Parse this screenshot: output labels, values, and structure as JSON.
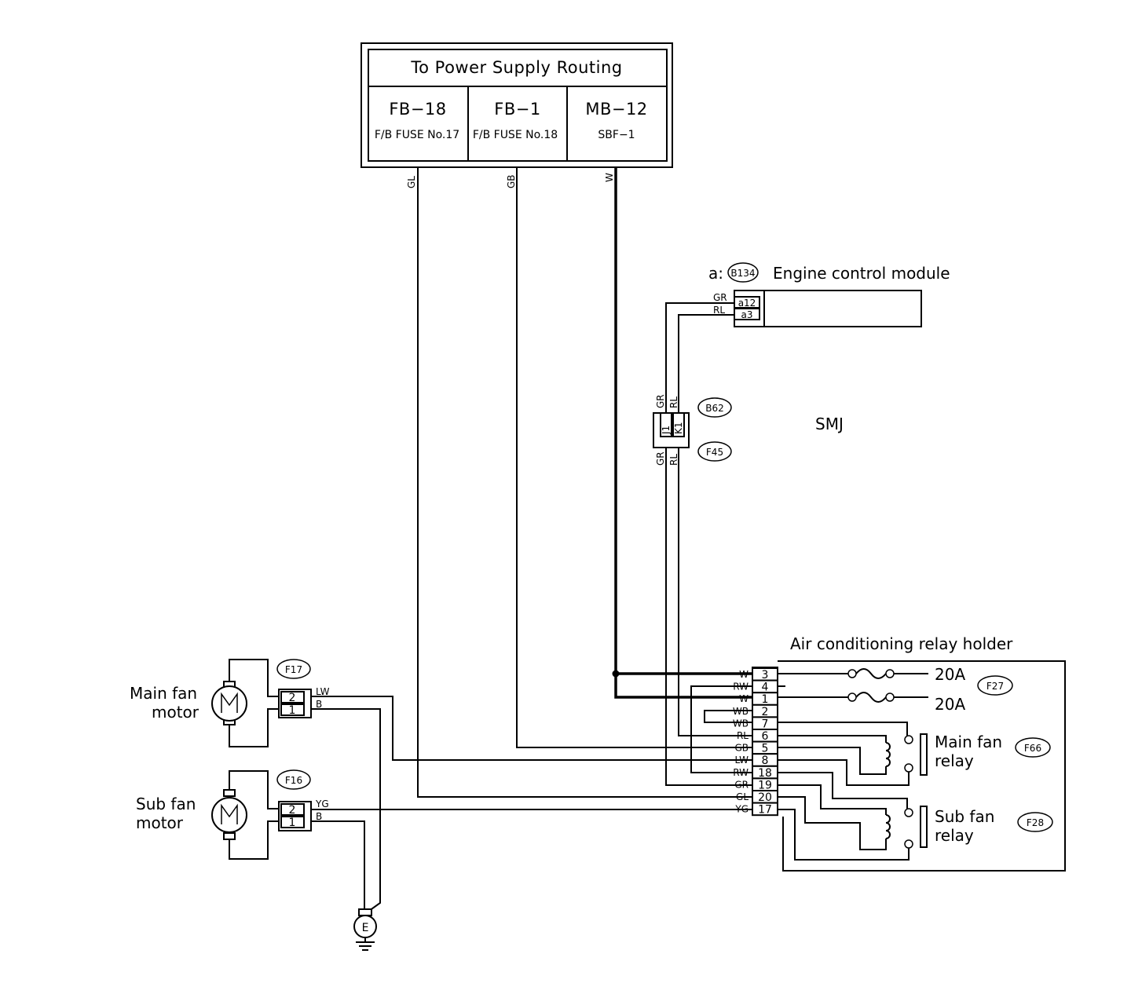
{
  "power_box": {
    "title": "To Power Supply Routing",
    "cols": [
      {
        "code": "FB−18",
        "sub": "F/B FUSE No.17"
      },
      {
        "code": "FB−1",
        "sub": "F/B FUSE No.18"
      },
      {
        "code": "MB−12",
        "sub": "SBF−1"
      }
    ],
    "wires": [
      "GL",
      "GB",
      "W"
    ]
  },
  "ecm": {
    "prefix": "a:",
    "connector": "B134",
    "label": "Engine control module",
    "pins": [
      "a12",
      "a3"
    ],
    "wires": [
      "GR",
      "RL"
    ]
  },
  "smj": {
    "label": "SMJ",
    "connectors": [
      "B62",
      "F45"
    ],
    "pins": [
      "J1",
      "K1"
    ],
    "wires_top": [
      "GR",
      "RL"
    ],
    "wires_bottom": [
      "GR",
      "RL"
    ]
  },
  "main_fan": {
    "label_line1": "Main fan",
    "label_line2": "motor",
    "connector": "F17",
    "pins": [
      "2",
      "1"
    ],
    "wires": [
      "LW",
      "B"
    ]
  },
  "sub_fan": {
    "label_line1": "Sub fan",
    "label_line2": "motor",
    "connector": "F16",
    "pins": [
      "2",
      "1"
    ],
    "wires": [
      "YG",
      "B"
    ]
  },
  "ground": {
    "label": "E"
  },
  "relay_holder": {
    "title": "Air conditioning relay holder",
    "pins": [
      "3",
      "4",
      "1",
      "2",
      "7",
      "6",
      "5",
      "8",
      "18",
      "19",
      "20",
      "17"
    ],
    "wires": [
      "W",
      "RW",
      "W",
      "WB",
      "WB",
      "RL",
      "GB",
      "LW",
      "RW",
      "GR",
      "GL",
      "YG"
    ],
    "fuses": [
      "20A",
      "20A"
    ],
    "fuse_connector": "F27",
    "main_relay_line1": "Main fan",
    "main_relay_line2": "relay",
    "main_relay_connector": "F66",
    "sub_relay_line1": "Sub fan",
    "sub_relay_line2": "relay",
    "sub_relay_connector": "F28"
  }
}
